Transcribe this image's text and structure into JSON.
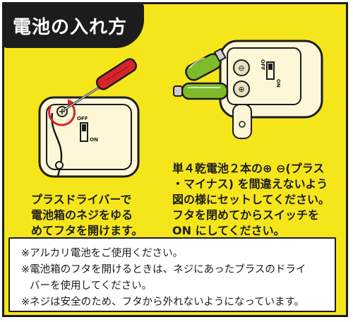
{
  "title": "電池の入れ方",
  "step_left": {
    "lines": [
      "プラスドライバーで",
      "電池箱のネジをゆる",
      "めてフタを開けます。"
    ]
  },
  "step_right": {
    "lines": [
      "単４乾電池２本の⊕ ⊖(プラス",
      "・マイナス) を間違えないよう",
      "図の様にセットしてください。",
      "フタを閉めてからスイッチを",
      "ON にしてください。"
    ]
  },
  "switch_labels": {
    "off": "OFF",
    "on": "ON"
  },
  "notes": {
    "note1": "※アルカリ電池をご使用ください。",
    "note2_a": "※電池箱のフタを開けるときは、ネジにあったプラスのドライ",
    "note2_b": "バーを使用してください。",
    "note3": "※ネジは安全のため、フタから外れないようになっています。"
  },
  "colors": {
    "background": "#f5e61c",
    "outline": "#1c1c1c",
    "screwdriver_handle": "#d8232a",
    "battery": "#7dbb2a",
    "arrow": "#d8232a",
    "device_body": "#fdf7d8"
  },
  "icons": [
    "screwdriver-icon",
    "rotate-arrow-icon",
    "battery-icon",
    "battery-box-icon",
    "switch-icon"
  ]
}
